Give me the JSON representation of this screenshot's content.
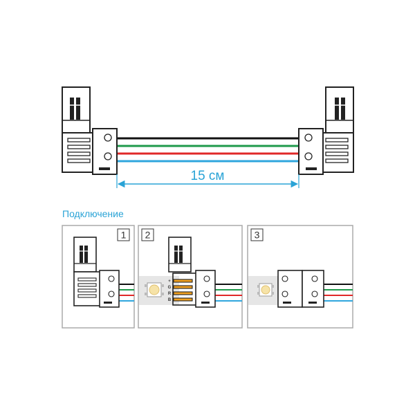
{
  "dimension": {
    "label": "15 см"
  },
  "section": {
    "title": "Подключение"
  },
  "steps": [
    {
      "number": "1"
    },
    {
      "number": "2"
    },
    {
      "number": "3"
    }
  ],
  "pins": [
    "+",
    "G",
    "R",
    "B"
  ],
  "colors": {
    "outline": "#222222",
    "black_wire": "#111111",
    "green_wire": "#1e9a4b",
    "red_wire": "#e02828",
    "blue_wire": "#2fa6dd",
    "accent": "#29a3d6",
    "contact": "#f0a020",
    "strip": "#e6e6e6",
    "frame": "#aaaaaa"
  }
}
